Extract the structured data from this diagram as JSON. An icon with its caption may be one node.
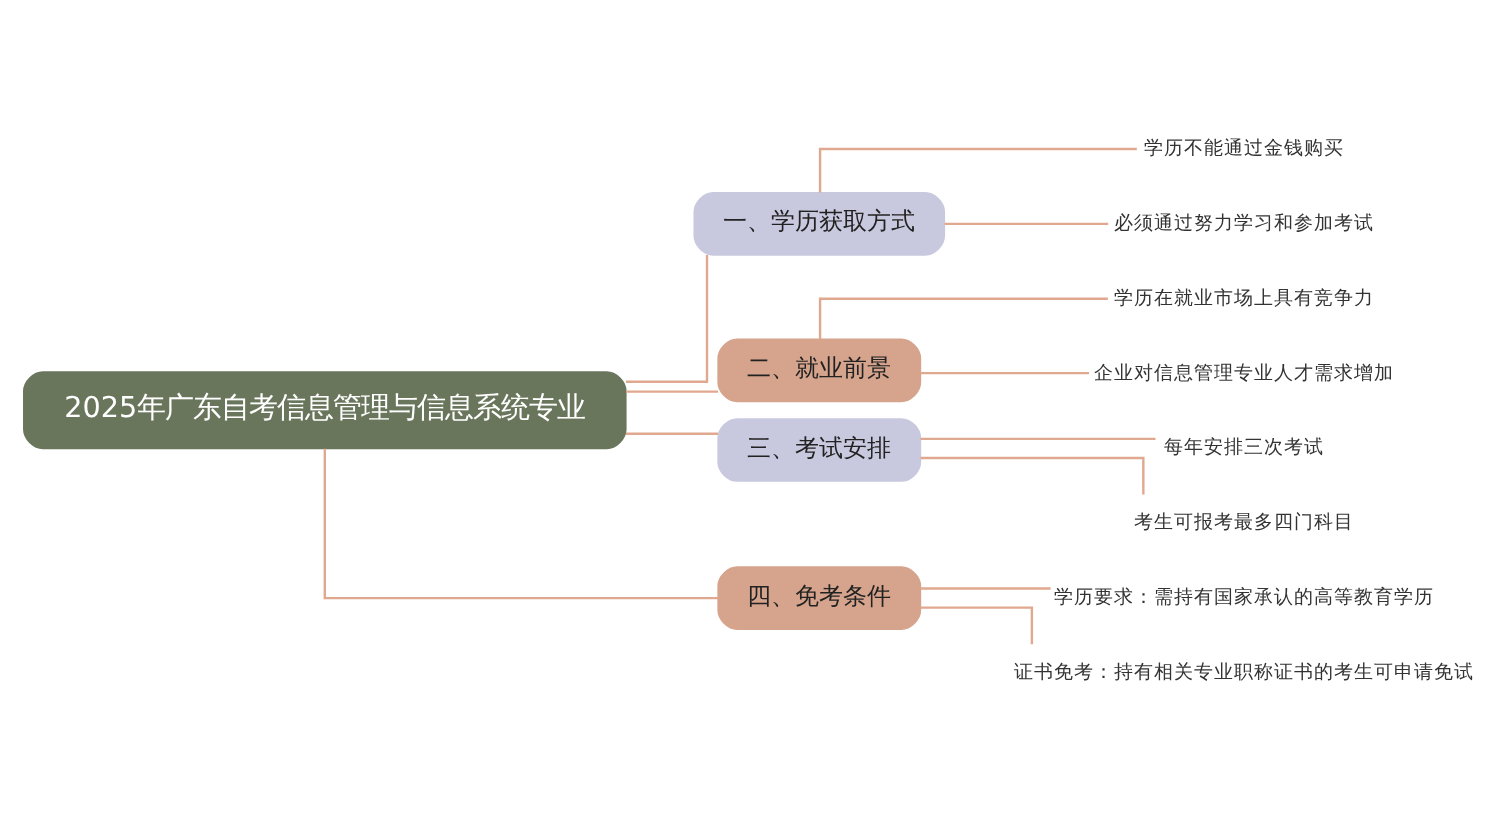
{
  "diagram": {
    "nodes": [
      {
        "text": [
          "2025年广东自考信息管理与信息系统专业"
        ]
      },
      {
        "text": [
          "一、学历获取方式"
        ]
      },
      {
        "text": [
          "二、就业前景"
        ]
      },
      {
        "text": [
          "三、考试安排"
        ]
      },
      {
        "text": [
          "四、免考条件"
        ]
      },
      {
        "text": [
          "学历不能通过金钱购买"
        ]
      },
      {
        "text": [
          "必须通过努力学习和参加考试"
        ]
      },
      {
        "text": [
          "学历在就业市场上具有竞争力"
        ]
      },
      {
        "text": [
          "企业对信息管理专业人才需求增加"
        ]
      },
      {
        "text": [
          "每年安排三次考试"
        ]
      },
      {
        "text": [
          "考生可报考最多四门科目"
        ]
      },
      {
        "text": [
          "学历要求：需持有国家承认的高等教育学历"
        ]
      },
      {
        "text": [
          "证书免考：持有相关专业职称证书的考生可申请免试"
        ]
      }
    ],
    "edges": [
      {
        "from": 0,
        "to": 1,
        "arrow": "none"
      },
      {
        "from": 0,
        "to": 2,
        "arrow": "none"
      },
      {
        "from": 0,
        "to": 3,
        "arrow": "none"
      },
      {
        "from": 0,
        "to": 4,
        "arrow": "none"
      },
      {
        "from": 1,
        "to": 5,
        "arrow": "none"
      },
      {
        "from": 1,
        "to": 6,
        "arrow": "none"
      },
      {
        "from": 2,
        "to": 7,
        "arrow": "none"
      },
      {
        "from": 2,
        "to": 8,
        "arrow": "none"
      },
      {
        "from": 3,
        "to": 9,
        "arrow": "none"
      },
      {
        "from": 3,
        "to": 10,
        "arrow": "none"
      },
      {
        "from": 4,
        "to": 11,
        "arrow": "none"
      },
      {
        "from": 4,
        "to": 12,
        "arrow": "none"
      }
    ]
  }
}
